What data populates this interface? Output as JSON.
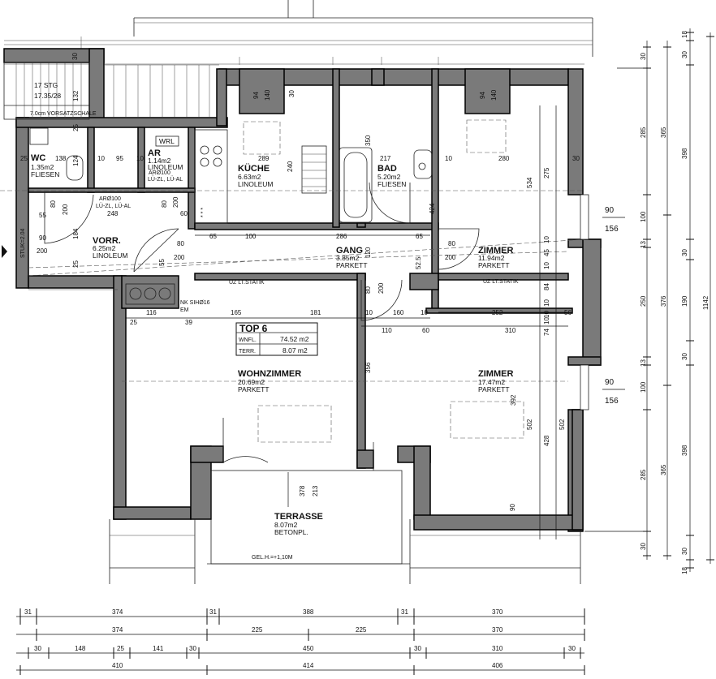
{
  "unit": {
    "label": "TOP 6",
    "rows": [
      {
        "key": "WNFL.",
        "value": "74.52 m2"
      },
      {
        "key": "TERR.",
        "value": "8.07 m2"
      }
    ]
  },
  "rooms": {
    "wc": {
      "name": "WC",
      "area": "1.35m2",
      "floor": "FLIESEN"
    },
    "ar": {
      "name": "AR",
      "area": "1.14m2",
      "floor": "LINOLEUM"
    },
    "kueche": {
      "name": "KÜCHE",
      "area": "6.63m2",
      "floor": "LINOLEUM"
    },
    "bad": {
      "name": "BAD",
      "area": "5.20m2",
      "floor": "FLIESEN"
    },
    "vorr": {
      "name": "VORR.",
      "area": "6.25m2",
      "floor": "LINOLEUM"
    },
    "gang": {
      "name": "GANG",
      "area": "3.85m2",
      "floor": "PARKETT"
    },
    "zimmer1": {
      "name": "ZIMMER",
      "area": "11.94m2",
      "floor": "PARKETT"
    },
    "wohn": {
      "name": "WOHNZIMMER",
      "area": "20.69m2",
      "floor": "PARKETT"
    },
    "zimmer2": {
      "name": "ZIMMER",
      "area": "17.47m2",
      "floor": "PARKETT"
    },
    "terrasse": {
      "name": "TERRASSE",
      "area": "8.07m2",
      "floor": "BETONPL."
    }
  },
  "notes": {
    "stair1": "17 STG",
    "stair2": "17.35/28",
    "vorsatz": "7.0cm VORSATZSCHALE",
    "wrl": "WRL",
    "uz1": "UZ  LT.STATIK",
    "uz2": "UZ  LT.STATIK",
    "nk": "NK SIHØ16",
    "em": "EM",
    "stuk": "STUK=2.04",
    "ar1": "ARØ100",
    "ar2": "LÜ-ZL, LÜ-AL",
    "ar3": "ARØ100",
    "ar4": "LÜ-ZL, LÜ-AL",
    "gelh": "GEL.H.=+1,10M",
    "stars": "* * *"
  },
  "dims_bottom": [
    [
      "31",
      "374",
      "31",
      "388",
      "31",
      "370"
    ],
    [
      "374",
      "225",
      "225",
      "370"
    ],
    [
      "30",
      "148",
      "25",
      "141",
      "30",
      "450",
      "30",
      "310",
      "30"
    ],
    [
      "410",
      "414",
      "406"
    ]
  ],
  "dims_right": {
    "c1": [
      "30",
      "285",
      "100",
      "13",
      "250",
      "13",
      "100",
      "285",
      "30"
    ],
    "c2": [
      "365",
      "376",
      "365"
    ],
    "c3": [
      "18",
      "30",
      "398",
      "30",
      "190",
      "30",
      "398",
      "30",
      "18"
    ],
    "c4": [
      "1142"
    ]
  },
  "dims_inner": {
    "d1": "30",
    "d2": "132",
    "d3": "25",
    "d4": "94",
    "d5": "140",
    "d6": "30",
    "d7": "94",
    "d8": "140",
    "d9": "289",
    "d10": "350",
    "d11": "217",
    "d12": "280",
    "d13": "30",
    "d14": "138",
    "d15": "10",
    "d16": "95",
    "d17": "10",
    "d18": "25",
    "d19": "124",
    "d20": "240",
    "d21": "10",
    "d22": "534",
    "d23": "275",
    "d24": "80",
    "d25": "55",
    "d26": "80",
    "d27": "248",
    "d28": "200",
    "d29": "60",
    "d30": "200",
    "d31": "424",
    "d32": "90",
    "d33": "200",
    "d34": "184",
    "d35": "65",
    "d36": "100",
    "d37": "286",
    "d38": "65",
    "d39": "80",
    "d40": "200",
    "d41": "80",
    "d42": "200",
    "d43": "55",
    "d44": "25",
    "d45": "120",
    "d46": "52.5",
    "d47": "10",
    "d48": "45",
    "d49": "10",
    "d50": "84",
    "d51": "10",
    "d52": "116",
    "d53": "165",
    "d54": "181",
    "d55": "10",
    "d56": "160",
    "d57": "10",
    "d58": "252",
    "d59": "10",
    "d60": "56",
    "d61": "25",
    "d62": "39",
    "d63": "110",
    "d64": "60",
    "d65": "310",
    "d66": "10",
    "d67": "74",
    "d68": "356",
    "d69": "392",
    "d70": "502",
    "d71": "428",
    "d72": "502",
    "d73": "378",
    "d74": "213",
    "d75": "90",
    "d76": "80",
    "d77": "200",
    "w1a": "90",
    "w1b": "156",
    "w2a": "90",
    "w2b": "156"
  }
}
